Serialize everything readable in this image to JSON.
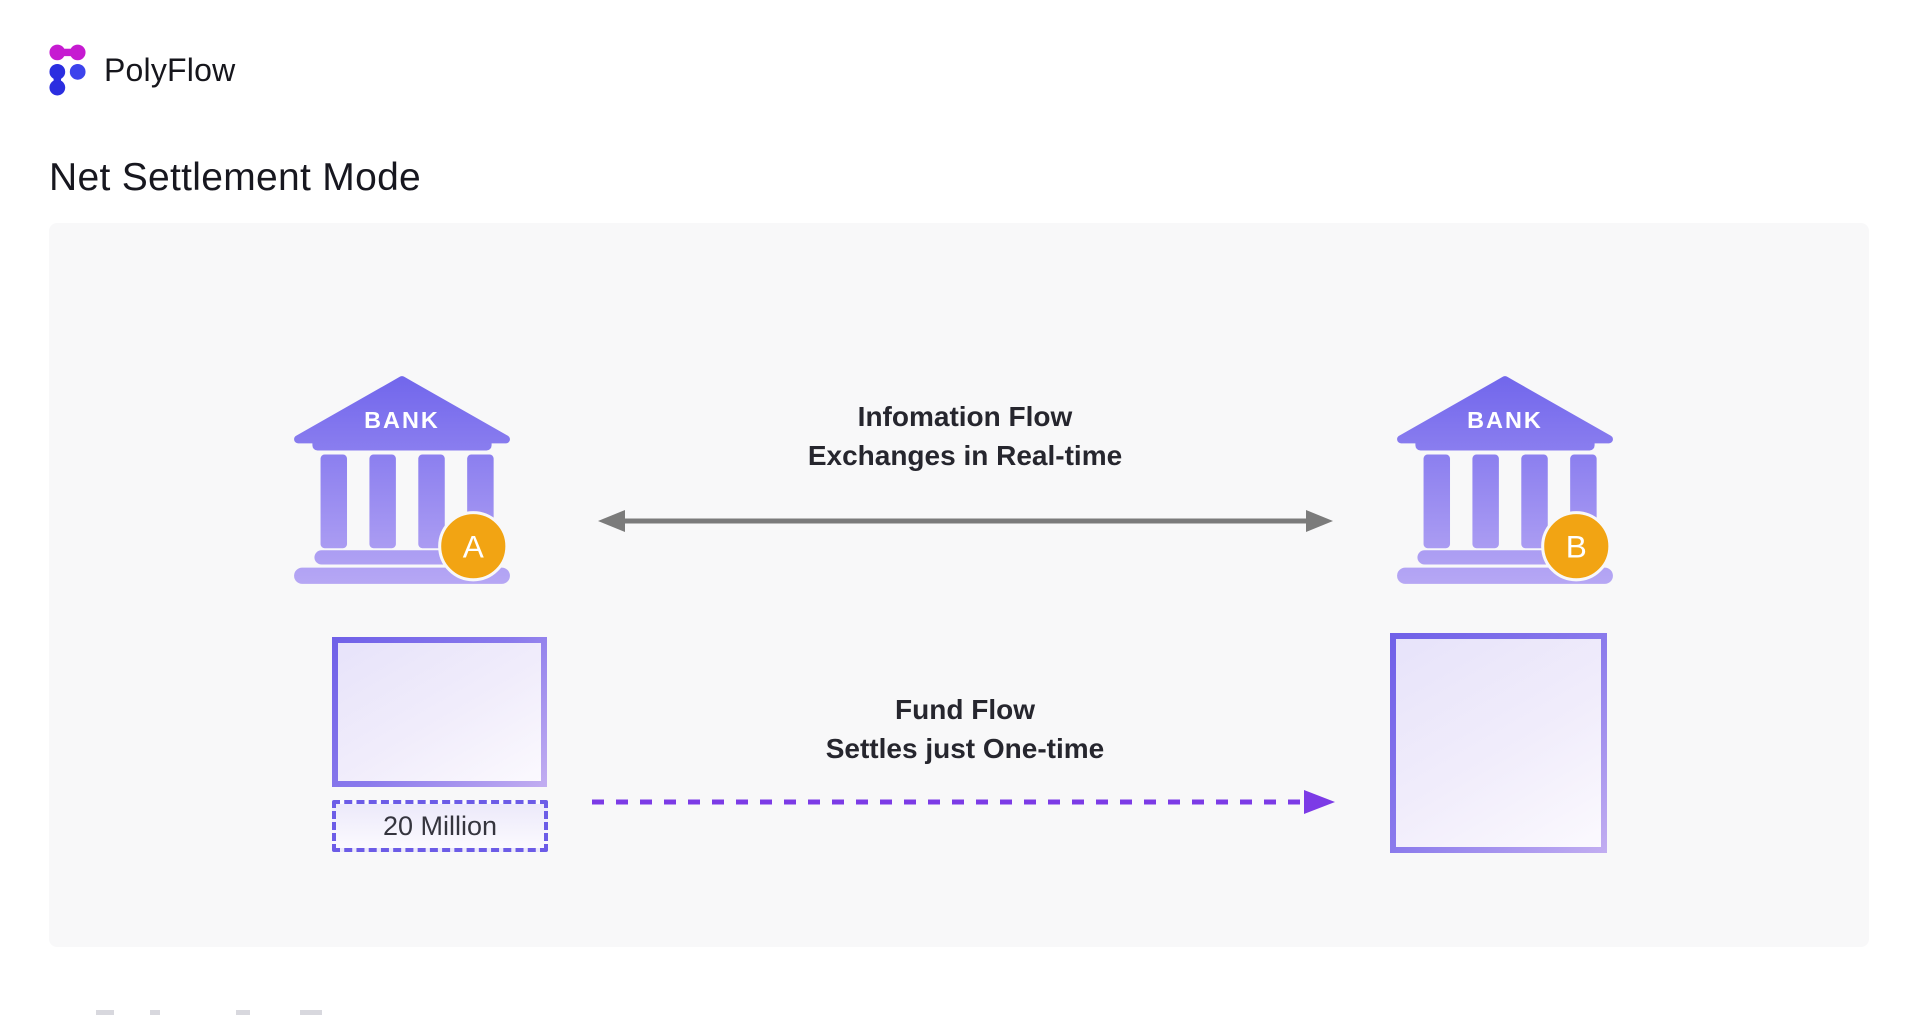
{
  "brand": {
    "name": "PolyFlow",
    "colors": {
      "magenta": "#C61BD1",
      "blue_dark": "#2B2EE0",
      "blue_light": "#3D43EC",
      "text": "#16161C"
    }
  },
  "page": {
    "title": "Net Settlement Mode",
    "background": "#FFFFFF",
    "panel_background": "#F8F8F9"
  },
  "diagram": {
    "bank_a": {
      "label": "BANK",
      "badge": "A"
    },
    "bank_b": {
      "label": "BANK",
      "badge": "B"
    },
    "info_flow": {
      "line1": "Infomation Flow",
      "line2": "Exchanges in Real-time",
      "arrow_style": "solid-double-headed",
      "arrow_color": "#7B7B7B"
    },
    "fund_flow": {
      "line1": "Fund Flow",
      "line2": "Settles just One-time",
      "arrow_style": "dashed-single-headed",
      "arrow_color": "#7C3BE6"
    },
    "amount_box": {
      "label": "20 Million"
    },
    "colors": {
      "bank_gradient_top": "#7166EC",
      "bank_gradient_bottom": "#B6A7F4",
      "badge_orange": "#F2A413",
      "square_border_start": "#6F60E8",
      "square_border_end": "#C2AEF1",
      "square_fill_start": "#E7E3FA",
      "square_fill_end": "#FBF9FE",
      "text_dark": "#26262E"
    }
  }
}
